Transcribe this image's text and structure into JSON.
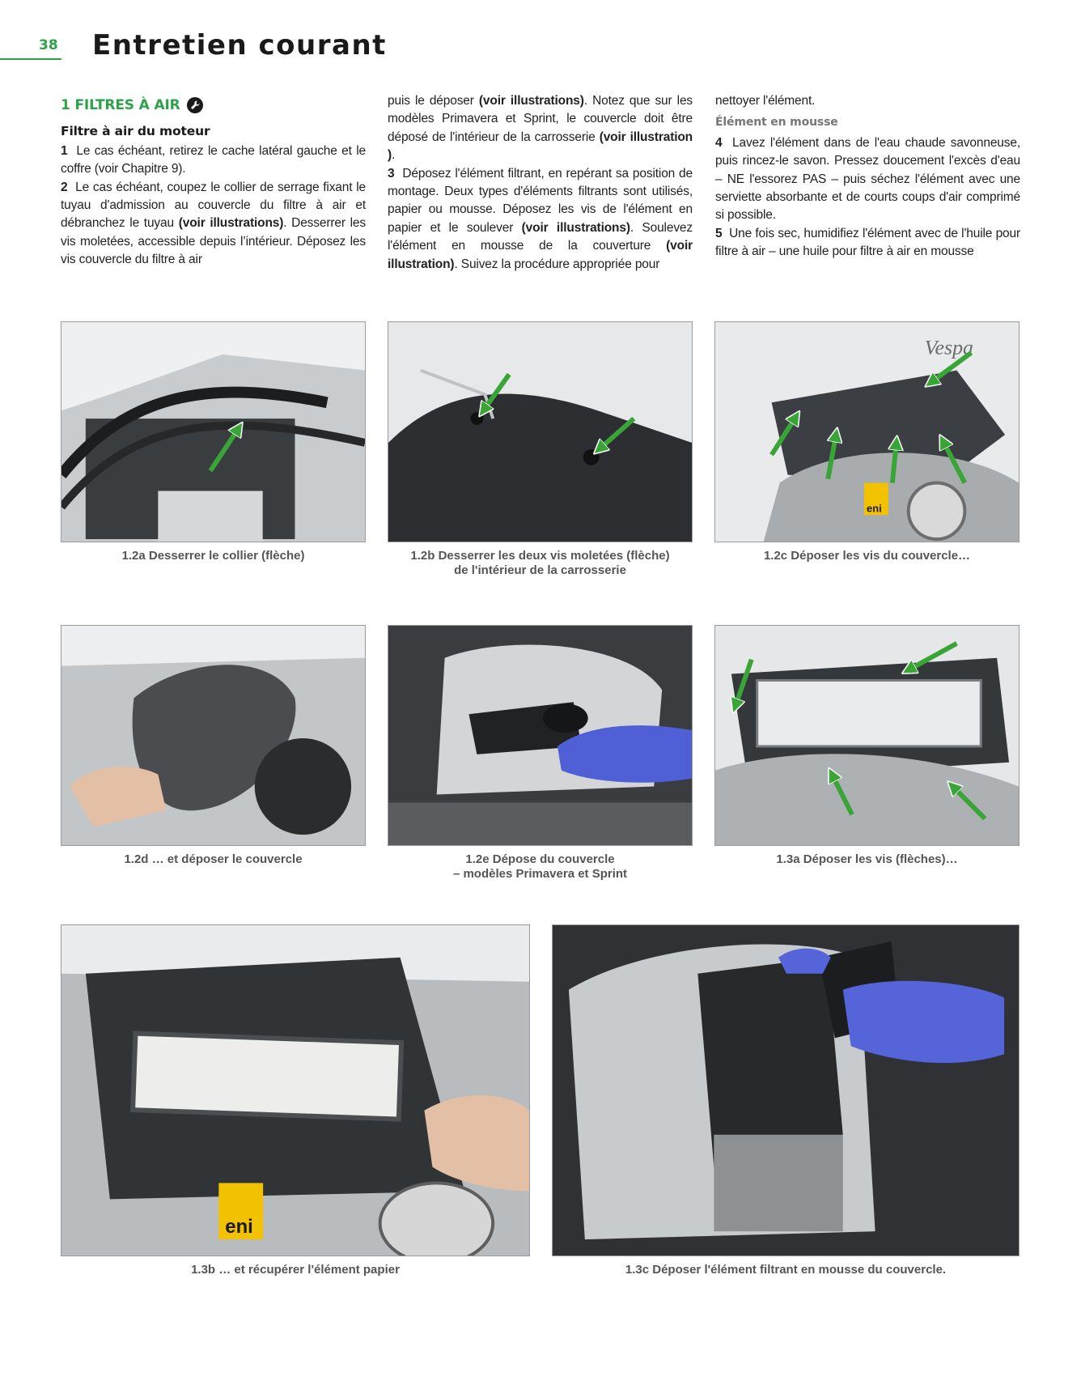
{
  "header": {
    "page_number": "38",
    "title": "Entretien courant"
  },
  "section": {
    "title": "1 FILTRES À AIR",
    "icon": "wrench-icon"
  },
  "col1": {
    "subhead": "Filtre à air du moteur",
    "p1_num": "1",
    "p1_text": "Le cas échéant, retirez le cache latéral gauche et le coffre (voir Chapitre 9).",
    "p2_num": "2",
    "p2_text_a": "Le cas échéant, coupez le collier de serrage fixant le tuyau d'admission au couvercle du filtre à air et débranchez le tuyau ",
    "p2_bold_a": "(voir illustrations)",
    "p2_text_b": ". Desserrer les vis moletées, accessible depuis l’intérieur. Déposez les vis couvercle du filtre à air"
  },
  "col2": {
    "p_a_text": "puis le déposer ",
    "p_a_bold": "(voir illustrations)",
    "p_a_text2": ". Notez que sur les modèles Primavera et Sprint, le couvercle doit être déposé de l'intérieur de la carrosserie ",
    "p_a_bold2": "(voir illustration )",
    "p_a_text3": ".",
    "p3_num": "3",
    "p3_text_a": "Déposez l'élément filtrant, en repérant sa position de montage. Deux types d'éléments filtrants sont utilisés, papier ou mousse. Déposez les vis de l'élément en papier et le soulever ",
    "p3_bold_a": "(voir illustrations)",
    "p3_text_b": ". Soulevez l'élément en mousse de la couverture ",
    "p3_bold_b": "(voir illustration)",
    "p3_text_c": ". Suivez la procédure appropriée pour"
  },
  "col3": {
    "p_a_text": "nettoyer l'élément.",
    "subhead": "Élément en mousse",
    "p4_num": "4",
    "p4_text": "Lavez l'élément dans de l'eau chaude savonneuse, puis rincez-le savon. Pressez doucement l'excès d'eau – NE l'essorez PAS – puis séchez l'élément avec une serviette absorbante et de courts coups d'air comprimé si possible.",
    "p5_num": "5",
    "p5_text": "Une fois sec, humidifiez l'élément avec de l'huile pour filtre à air – une huile pour filtre à air en mousse"
  },
  "figures": [
    {
      "id": "1.2a",
      "caption_l1": "1.2a Desserrer le collier (flèche)",
      "caption_l2": ""
    },
    {
      "id": "1.2b",
      "caption_l1": "1.2b Desserrer les deux vis moletées (flèche)",
      "caption_l2": "de l'intérieur de la carrosserie"
    },
    {
      "id": "1.2c",
      "caption_l1": "1.2c Déposer les vis du couvercle…",
      "caption_l2": ""
    },
    {
      "id": "1.2d",
      "caption_l1": "1.2d … et déposer le couvercle",
      "caption_l2": ""
    },
    {
      "id": "1.2e",
      "caption_l1": "1.2e Dépose du couvercle",
      "caption_l2": "– modèles Primavera et Sprint"
    },
    {
      "id": "1.3a",
      "caption_l1": "1.3a Déposer les vis (flèches)…",
      "caption_l2": ""
    },
    {
      "id": "1.3b",
      "caption_l1": "1.3b … et récupérer l'élément papier",
      "caption_l2": ""
    },
    {
      "id": "1.3c",
      "caption_l1": "1.3c Déposer l'élément filtrant en mousse du couvercle.",
      "caption_l2": ""
    }
  ],
  "photo_text": {
    "vespa": "Vespa",
    "eni": "eni"
  },
  "colors": {
    "accent_green": "#2ea24a",
    "arrow_green": "#3aa537",
    "caption_grey": "#555555"
  }
}
